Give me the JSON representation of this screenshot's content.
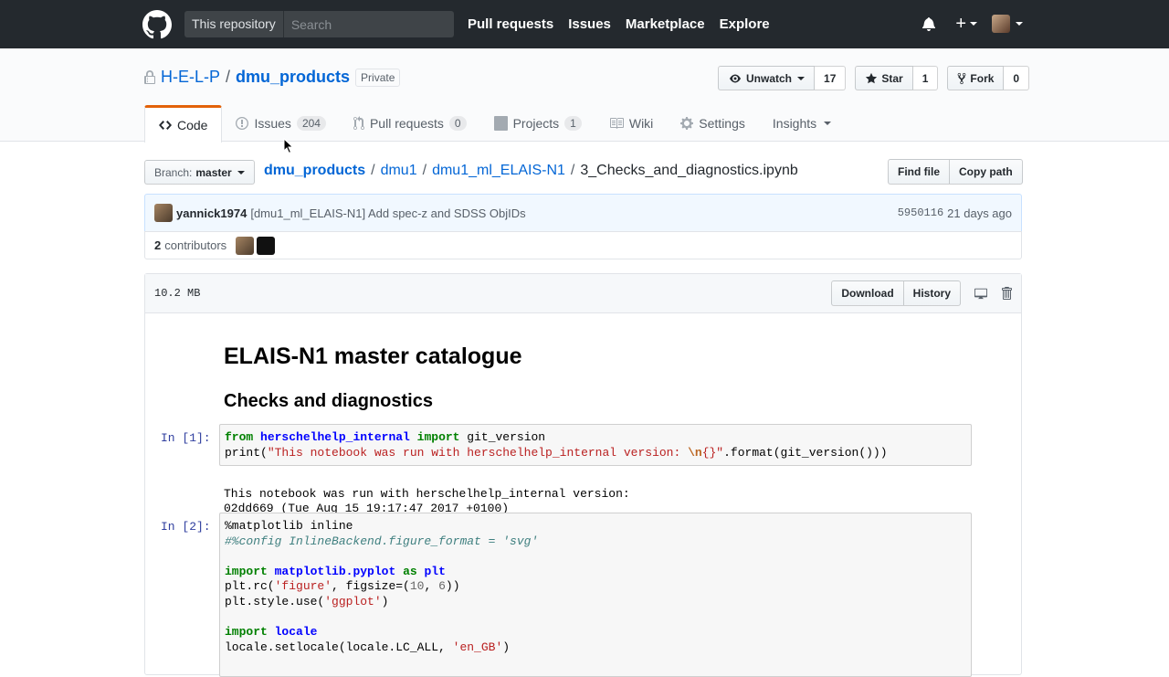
{
  "header": {
    "logo_icon": "github-octocat-icon",
    "search_scope": "This repository",
    "search_placeholder": "Search",
    "nav": [
      "Pull requests",
      "Issues",
      "Marketplace",
      "Explore"
    ]
  },
  "repo": {
    "owner": "H-E-L-P",
    "name": "dmu_products",
    "visibility": "Private",
    "watch_label": "Unwatch",
    "watch_count": "17",
    "star_label": "Star",
    "star_count": "1",
    "fork_label": "Fork",
    "fork_count": "0"
  },
  "tabs": [
    {
      "label": "Code",
      "icon": "code-icon",
      "selected": true
    },
    {
      "label": "Issues",
      "icon": "issue-icon",
      "count": "204"
    },
    {
      "label": "Pull requests",
      "icon": "git-pull-request-icon",
      "count": "0"
    },
    {
      "label": "Projects",
      "icon": "project-icon",
      "count": "1"
    },
    {
      "label": "Wiki",
      "icon": "book-icon"
    },
    {
      "label": "Settings",
      "icon": "gear-icon"
    },
    {
      "label": "Insights",
      "icon": "chevron-down-icon"
    }
  ],
  "filenav": {
    "branch_prefix": "Branch:",
    "branch": "master",
    "path": [
      "dmu_products",
      "dmu1",
      "dmu1_ml_ELAIS-N1"
    ],
    "filename": "3_Checks_and_diagnostics.ipynb",
    "find_file": "Find file",
    "copy_path": "Copy path"
  },
  "commit": {
    "author": "yannick1974",
    "message": "[dmu1_ml_ELAIS-N1] Add spec-z and SDSS ObjIDs",
    "sha": "5950116",
    "age": "21 days ago",
    "contributors_count": "2",
    "contributors_label": "contributors"
  },
  "file": {
    "size": "10.2 MB",
    "download": "Download",
    "history": "History"
  },
  "notebook": {
    "h1": "ELAIS-N1 master catalogue",
    "h2": "Checks and diagnostics",
    "prompt1": "In [1]:",
    "output1": [
      "This notebook was run with herschelhelp_internal version:",
      "02dd669 (Tue Aug 15 19:17:47 2017 +0100)"
    ],
    "prompt2": "In [2]:"
  },
  "colors": {
    "header_bg": "#24292e",
    "link": "#0366d6",
    "selected_tab_accent": "#e36209",
    "commit_bg": "#f1f8ff"
  }
}
